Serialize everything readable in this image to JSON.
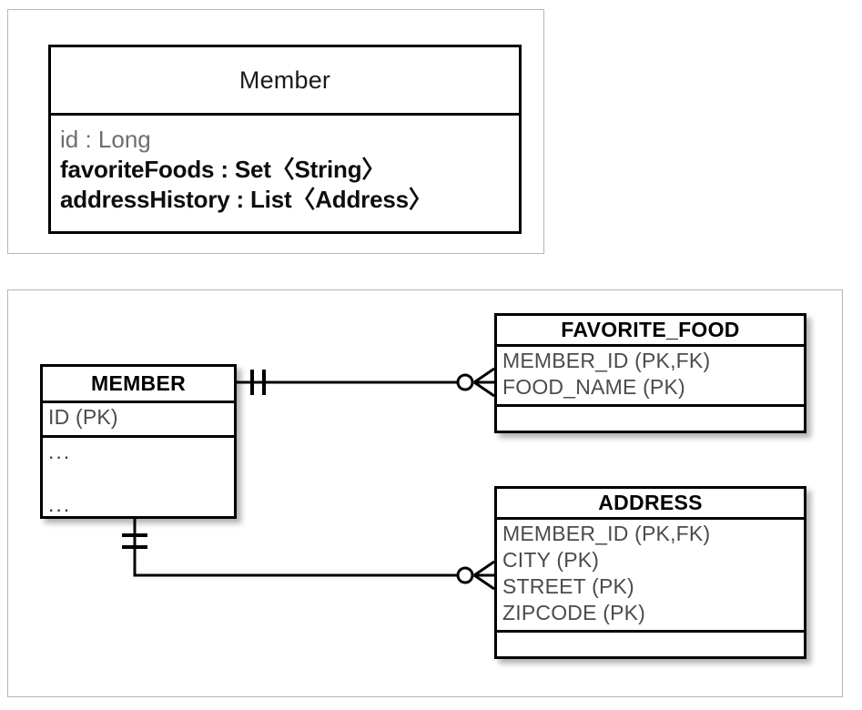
{
  "diagram": {
    "title_hidden": true,
    "panels": [
      {
        "name": "uml-panel"
      },
      {
        "name": "er-panel"
      }
    ]
  },
  "uml": {
    "class_name": "Member",
    "attributes": [
      {
        "text": "id : Long",
        "emphasis": "light"
      },
      {
        "text": "favoriteFoods : Set〈String〉",
        "emphasis": "strong"
      },
      {
        "text": "addressHistory : List〈Address〉",
        "emphasis": "strong"
      }
    ]
  },
  "er": {
    "tables": [
      {
        "name": "MEMBER",
        "pk_fields": [
          "ID (PK)"
        ],
        "other_fields": [
          "...",
          "",
          "...",
          "..."
        ]
      },
      {
        "name": "FAVORITE_FOOD",
        "fields": [
          "MEMBER_ID (PK,FK)",
          "FOOD_NAME (PK)"
        ],
        "empty_section": ""
      },
      {
        "name": "ADDRESS",
        "fields": [
          "MEMBER_ID (PK,FK)",
          "CITY (PK)",
          "STREET (PK)",
          "ZIPCODE (PK)"
        ],
        "empty_section": ""
      }
    ],
    "relationships": [
      {
        "from": "MEMBER",
        "to": "FAVORITE_FOOD",
        "from_cardinality": "one-and-only-one",
        "to_cardinality": "zero-or-many"
      },
      {
        "from": "MEMBER",
        "to": "ADDRESS",
        "from_cardinality": "one-and-only-one",
        "to_cardinality": "zero-or-many"
      }
    ]
  },
  "colors": {
    "stroke": "#000000",
    "panel_border": "#b5b5b5",
    "field_text": "#4b4b4b",
    "light_text": "#6e6e6e",
    "background": "#ffffff"
  }
}
